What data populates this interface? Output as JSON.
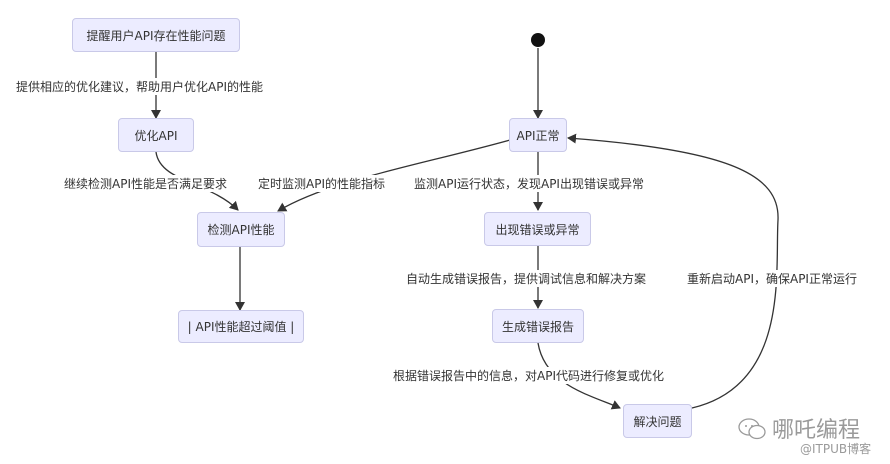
{
  "nodes": {
    "remind": "提醒用户API存在性能问题",
    "optimize": "优化API",
    "detect": "检测API性能",
    "over_threshold": "| API性能超过阈值 |",
    "normal": "API正常",
    "error": "出现错误或异常",
    "report": "生成错误报告",
    "resolve": "解决问题"
  },
  "edges": {
    "remind_to_optimize": "提供相应的优化建议，帮助用户优化API的性能",
    "optimize_to_detect": "继续检测API性能是否满足要求",
    "normal_to_detect": "定时监测API的性能指标",
    "normal_to_error": "监测API运行状态，发现API出现错误或异常",
    "error_to_report": "自动生成错误报告，提供调试信息和解决方案",
    "report_to_resolve": "根据错误报告中的信息，对API代码进行修复或优化",
    "resolve_to_normal": "重新启动API，确保API正常运行"
  },
  "watermark": {
    "brand": "哪吒编程",
    "site": "@ITPUB博客"
  }
}
